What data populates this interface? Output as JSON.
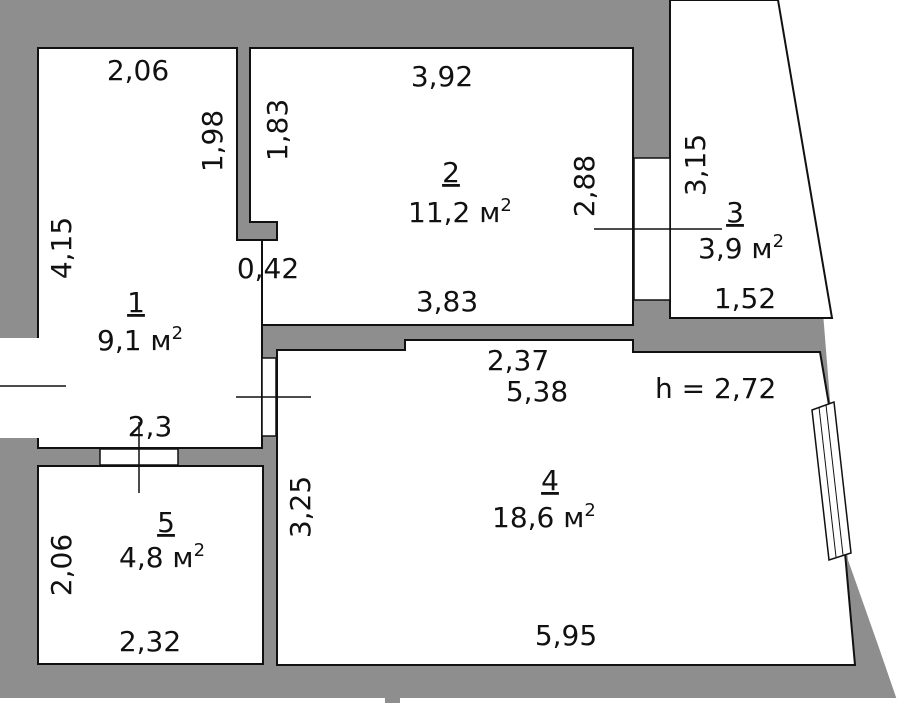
{
  "rooms": [
    {
      "number": "1",
      "area": "9,1 м",
      "sup": "2"
    },
    {
      "number": "2",
      "area": "11,2 м",
      "sup": "2"
    },
    {
      "number": "3",
      "area": "3,9 м",
      "sup": "2"
    },
    {
      "number": "4",
      "area": "18,6 м",
      "sup": "2"
    },
    {
      "number": "5",
      "area": "4,8 м",
      "sup": "2"
    }
  ],
  "ceiling_height": "h = 2,72",
  "dimensions": {
    "r1_top": "2,06",
    "r1_left": "4,15",
    "r1_inner": "1,98",
    "r1_bottom": "2,3",
    "niche_wall": "1,83",
    "niche_depth": "0,42",
    "r2_top": "3,92",
    "r2_right": "2,88",
    "r2_bottom": "3,83",
    "r3_left": "3,15",
    "r3_bottom": "1,52",
    "r4_top_a": "2,37",
    "r4_top_b": "5,38",
    "r4_left": "3,25",
    "r4_bottom": "5,95",
    "r5_left": "2,06",
    "r5_bottom": "2,32"
  }
}
